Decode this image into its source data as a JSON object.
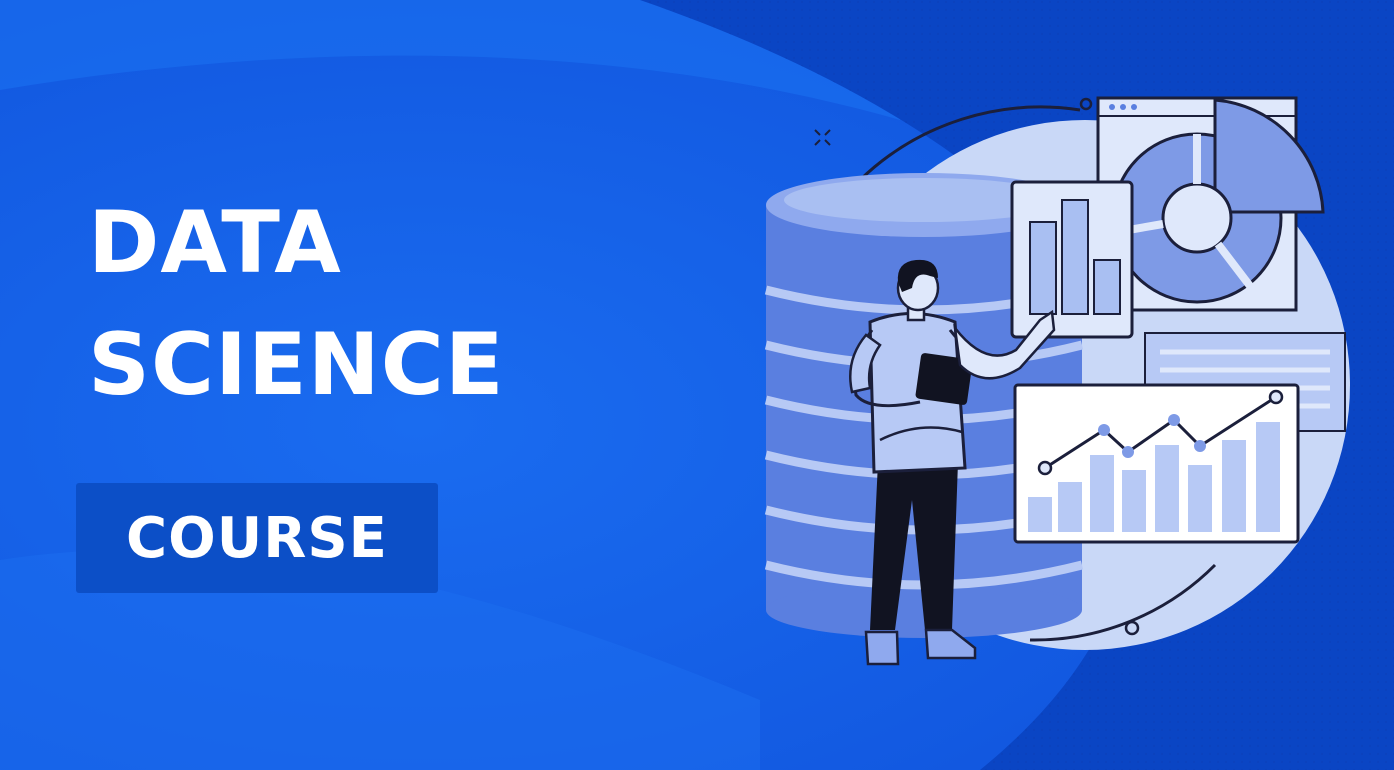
{
  "banner": {
    "title_line_1": "DATA",
    "title_line_2": "SCIENCE",
    "badge_label": "COURSE"
  },
  "colors": {
    "background": "#1565e8",
    "background_dark": "#0a45c4",
    "badge": "#0c4fc7",
    "text": "#ffffff",
    "illustration_light": "#dfe8fb",
    "illustration_mid": "#a9bff2",
    "illustration_accent": "#5a7fe0",
    "outline": "#1b1f3b"
  },
  "illustration": {
    "icons": [
      "database-icon",
      "person-figure",
      "bar-chart-card",
      "pie-chart-window",
      "line-bar-chart-card",
      "table-window"
    ]
  }
}
